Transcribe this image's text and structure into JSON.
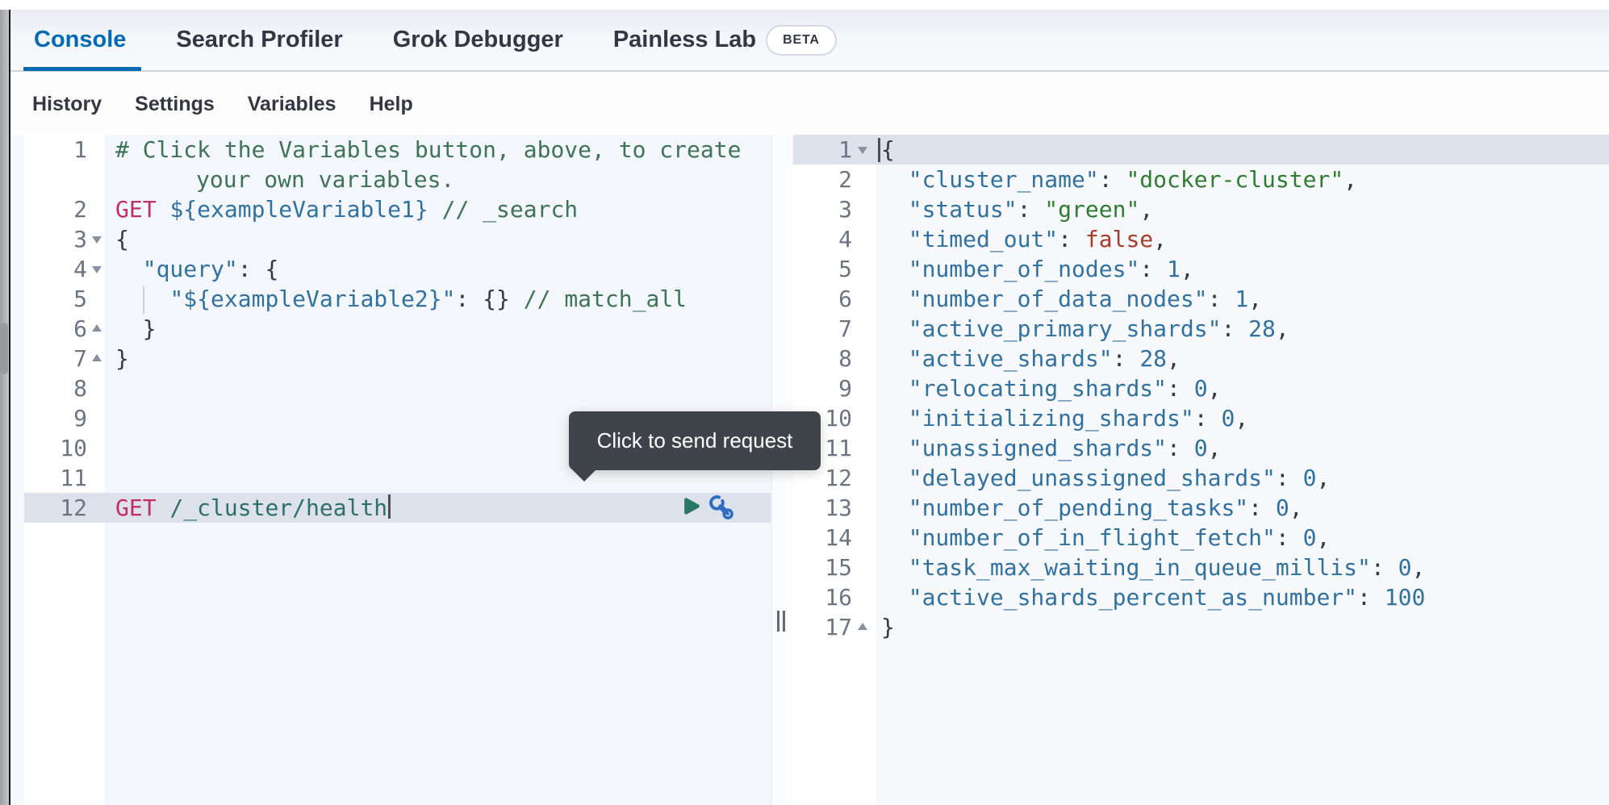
{
  "tabs": {
    "items": [
      {
        "label": "Console",
        "active": true
      },
      {
        "label": "Search Profiler",
        "active": false
      },
      {
        "label": "Grok Debugger",
        "active": false
      },
      {
        "label": "Painless Lab",
        "active": false,
        "badge": "BETA"
      }
    ]
  },
  "menu": {
    "items": [
      "History",
      "Settings",
      "Variables",
      "Help"
    ]
  },
  "tooltip": {
    "text": "Click to send request"
  },
  "request_editor": {
    "lines": [
      {
        "num": "1",
        "tokens": [
          [
            "comment",
            "# Click the Variables button, above, to create"
          ]
        ],
        "wrap": [
          [
            "comment",
            "your own variables."
          ]
        ]
      },
      {
        "num": "2",
        "tokens": [
          [
            "method",
            "GET"
          ],
          [
            "plain",
            " "
          ],
          [
            "variable",
            "${exampleVariable1}"
          ],
          [
            "comment",
            " // _search"
          ]
        ]
      },
      {
        "num": "3",
        "fold": "down",
        "tokens": [
          [
            "punct",
            "{"
          ]
        ]
      },
      {
        "num": "4",
        "fold": "down",
        "tokens": [
          [
            "plain",
            "  "
          ],
          [
            "key",
            "\"query\""
          ],
          [
            "punct",
            ": {"
          ]
        ]
      },
      {
        "num": "5",
        "guide": true,
        "tokens": [
          [
            "plain",
            "    "
          ],
          [
            "key",
            "\"${exampleVariable2}\""
          ],
          [
            "punct",
            ": {} "
          ],
          [
            "comment",
            "// match_all"
          ]
        ]
      },
      {
        "num": "6",
        "fold": "up",
        "tokens": [
          [
            "punct",
            "  }"
          ]
        ]
      },
      {
        "num": "7",
        "fold": "up",
        "tokens": [
          [
            "punct",
            "}"
          ]
        ]
      },
      {
        "num": "8",
        "tokens": []
      },
      {
        "num": "9",
        "tokens": []
      },
      {
        "num": "10",
        "tokens": []
      },
      {
        "num": "11",
        "tokens": []
      },
      {
        "num": "12",
        "active": true,
        "cursor": "after",
        "tokens": [
          [
            "method",
            "GET"
          ],
          [
            "url",
            " /_cluster/health"
          ]
        ]
      }
    ]
  },
  "response_viewer": {
    "lines": [
      {
        "num": "1",
        "fold": "down",
        "active": true,
        "cursor": "before",
        "tokens": [
          [
            "punct",
            "{"
          ]
        ]
      },
      {
        "num": "2",
        "tokens": [
          [
            "plain",
            "  "
          ],
          [
            "key",
            "\"cluster_name\""
          ],
          [
            "punct",
            ": "
          ],
          [
            "string",
            "\"docker-cluster\""
          ],
          [
            "punct",
            ","
          ]
        ]
      },
      {
        "num": "3",
        "tokens": [
          [
            "plain",
            "  "
          ],
          [
            "key",
            "\"status\""
          ],
          [
            "punct",
            ": "
          ],
          [
            "string",
            "\"green\""
          ],
          [
            "punct",
            ","
          ]
        ]
      },
      {
        "num": "4",
        "tokens": [
          [
            "plain",
            "  "
          ],
          [
            "key",
            "\"timed_out\""
          ],
          [
            "punct",
            ": "
          ],
          [
            "boolean",
            "false"
          ],
          [
            "punct",
            ","
          ]
        ]
      },
      {
        "num": "5",
        "tokens": [
          [
            "plain",
            "  "
          ],
          [
            "key",
            "\"number_of_nodes\""
          ],
          [
            "punct",
            ": "
          ],
          [
            "number",
            "1"
          ],
          [
            "punct",
            ","
          ]
        ]
      },
      {
        "num": "6",
        "tokens": [
          [
            "plain",
            "  "
          ],
          [
            "key",
            "\"number_of_data_nodes\""
          ],
          [
            "punct",
            ": "
          ],
          [
            "number",
            "1"
          ],
          [
            "punct",
            ","
          ]
        ]
      },
      {
        "num": "7",
        "tokens": [
          [
            "plain",
            "  "
          ],
          [
            "key",
            "\"active_primary_shards\""
          ],
          [
            "punct",
            ": "
          ],
          [
            "number",
            "28"
          ],
          [
            "punct",
            ","
          ]
        ]
      },
      {
        "num": "8",
        "tokens": [
          [
            "plain",
            "  "
          ],
          [
            "key",
            "\"active_shards\""
          ],
          [
            "punct",
            ": "
          ],
          [
            "number",
            "28"
          ],
          [
            "punct",
            ","
          ]
        ]
      },
      {
        "num": "9",
        "tokens": [
          [
            "plain",
            "  "
          ],
          [
            "key",
            "\"relocating_shards\""
          ],
          [
            "punct",
            ": "
          ],
          [
            "number",
            "0"
          ],
          [
            "punct",
            ","
          ]
        ]
      },
      {
        "num": "10",
        "tokens": [
          [
            "plain",
            "  "
          ],
          [
            "key",
            "\"initializing_shards\""
          ],
          [
            "punct",
            ": "
          ],
          [
            "number",
            "0"
          ],
          [
            "punct",
            ","
          ]
        ]
      },
      {
        "num": "11",
        "tokens": [
          [
            "plain",
            "  "
          ],
          [
            "key",
            "\"unassigned_shards\""
          ],
          [
            "punct",
            ": "
          ],
          [
            "number",
            "0"
          ],
          [
            "punct",
            ","
          ]
        ]
      },
      {
        "num": "12",
        "tokens": [
          [
            "plain",
            "  "
          ],
          [
            "key",
            "\"delayed_unassigned_shards\""
          ],
          [
            "punct",
            ": "
          ],
          [
            "number",
            "0"
          ],
          [
            "punct",
            ","
          ]
        ]
      },
      {
        "num": "13",
        "tokens": [
          [
            "plain",
            "  "
          ],
          [
            "key",
            "\"number_of_pending_tasks\""
          ],
          [
            "punct",
            ": "
          ],
          [
            "number",
            "0"
          ],
          [
            "punct",
            ","
          ]
        ]
      },
      {
        "num": "14",
        "tokens": [
          [
            "plain",
            "  "
          ],
          [
            "key",
            "\"number_of_in_flight_fetch\""
          ],
          [
            "punct",
            ": "
          ],
          [
            "number",
            "0"
          ],
          [
            "punct",
            ","
          ]
        ]
      },
      {
        "num": "15",
        "tokens": [
          [
            "plain",
            "  "
          ],
          [
            "key",
            "\"task_max_waiting_in_queue_millis\""
          ],
          [
            "punct",
            ": "
          ],
          [
            "number",
            "0"
          ],
          [
            "punct",
            ","
          ]
        ]
      },
      {
        "num": "16",
        "tokens": [
          [
            "plain",
            "  "
          ],
          [
            "key",
            "\"active_shards_percent_as_number\""
          ],
          [
            "punct",
            ": "
          ],
          [
            "number",
            "100"
          ]
        ]
      },
      {
        "num": "17",
        "fold": "up",
        "tokens": [
          [
            "punct",
            "}"
          ]
        ]
      }
    ]
  },
  "colors": {
    "accent_blue": "#006bb4",
    "method_pink": "#c02f63",
    "url_teal": "#2e6f6a",
    "variable_blue": "#31719f",
    "key_blue": "#31719f",
    "string_green": "#2e7d32",
    "number_blue": "#31719f",
    "boolean_red": "#a63c2a",
    "comment_green": "#3f7357",
    "punct_dark": "#343a42",
    "active_line": "#dce1eb",
    "tooltip_bg": "#3f434a",
    "play_teal": "#2a7668",
    "wrench_blue": "#2f6dc2"
  }
}
